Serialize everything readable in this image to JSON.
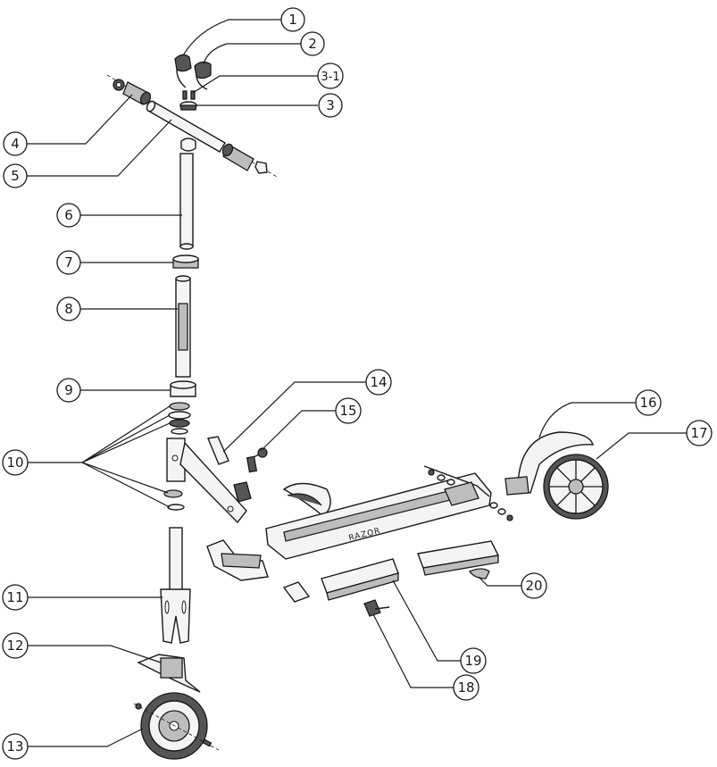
{
  "callouts": {
    "c1": "1",
    "c2": "2",
    "c3_1": "3-1",
    "c3": "3",
    "c4": "4",
    "c5": "5",
    "c6": "6",
    "c7": "7",
    "c8": "8",
    "c9": "9",
    "c10": "10",
    "c11": "11",
    "c12": "12",
    "c13": "13",
    "c14": "14",
    "c15": "15",
    "c16": "16",
    "c17": "17",
    "c18": "18",
    "c19": "19",
    "c20": "20"
  }
}
